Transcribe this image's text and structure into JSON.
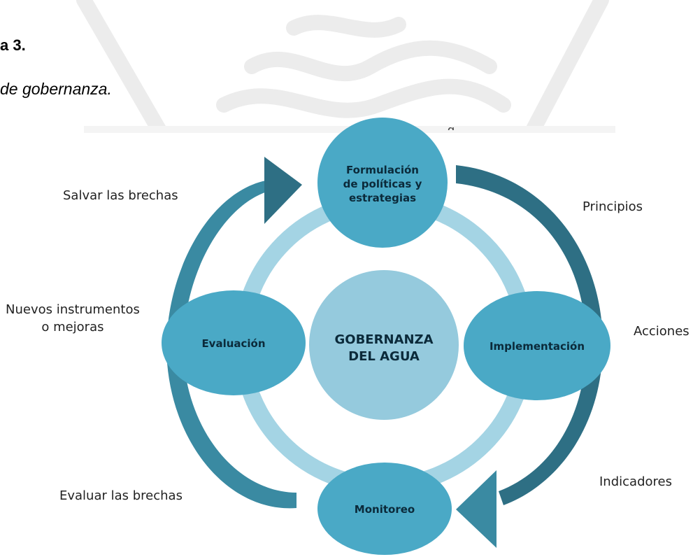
{
  "figure": {
    "number": "a 3.",
    "caption": "de gobernanza.",
    "cut_text": "g"
  },
  "colors": {
    "node": "#4aa9c6",
    "center": "#95cadd",
    "ring": "#a4d4e4",
    "arrow_dark": "#2e6f84",
    "arrow_mid": "#3a8aa2"
  },
  "nodes": {
    "top": "Formulación\nde políticas y\nestrategias",
    "right": "Implementación",
    "bottom": "Monitoreo",
    "left": "Evaluación",
    "center": "GOBERNANZA\nDEL AGUA"
  },
  "labels": {
    "salvar": "Salvar las brechas",
    "principios": "Principios",
    "nuevos": "Nuevos instrumentos\no mejoras",
    "acciones": "Acciones",
    "indicadores": "Indicadores",
    "evaluar": "Evaluar las brechas"
  }
}
